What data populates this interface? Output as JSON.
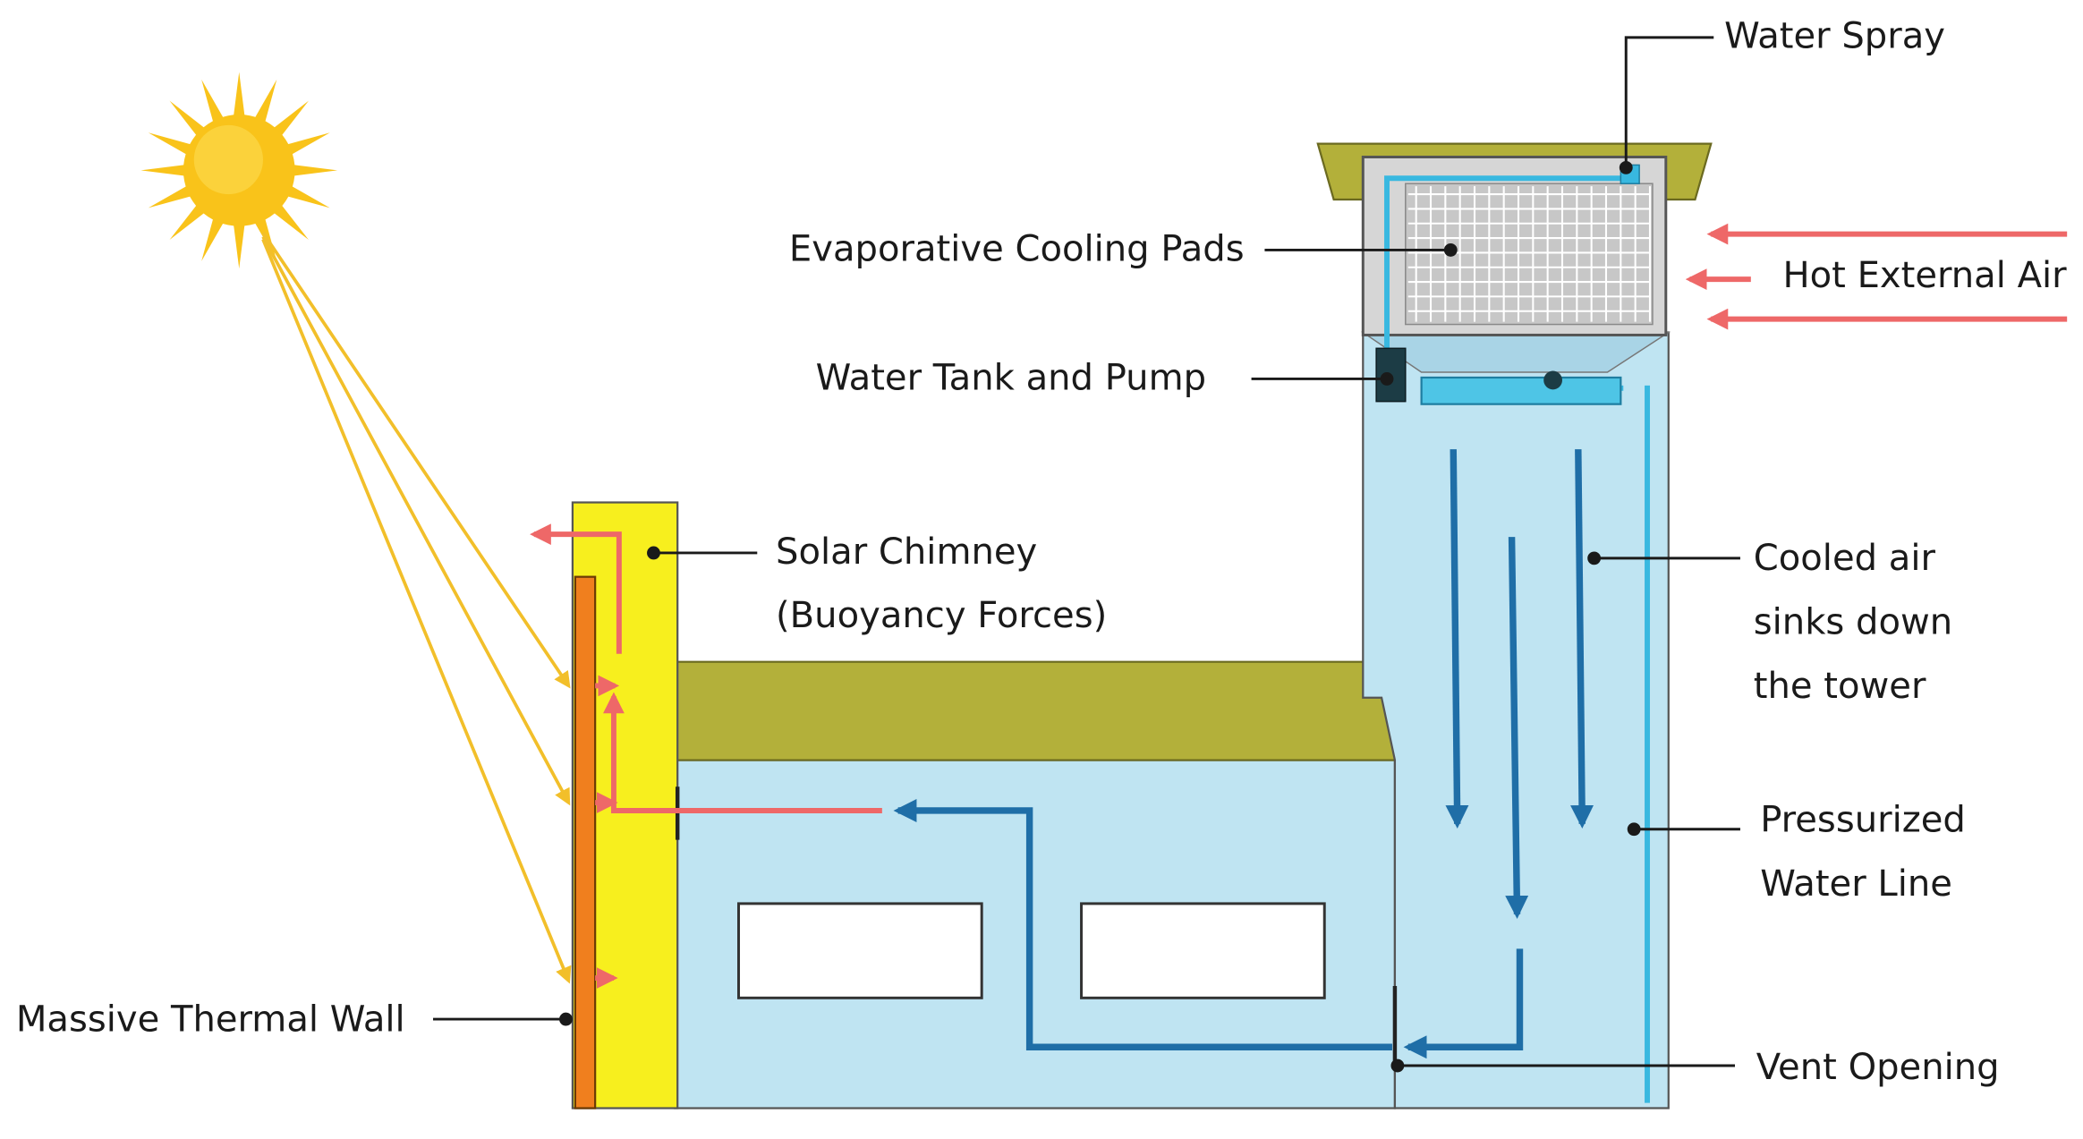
{
  "labels": {
    "water_spray": "Water Spray",
    "evaporative_cooling_pads": "Evaporative Cooling Pads",
    "hot_external_air": "Hot External Air",
    "water_tank_and_pump": "Water Tank and Pump",
    "solar_chimney_line1": "Solar Chimney",
    "solar_chimney_line2": "(Buoyancy Forces)",
    "cooled_air_line1": "Cooled air",
    "cooled_air_line2": "sinks down",
    "cooled_air_line3": "the tower",
    "pressurized_line1": "Pressurized",
    "pressurized_line2": "Water Line",
    "massive_thermal_wall": "Massive Thermal Wall",
    "vent_opening": "Vent Opening"
  },
  "colors": {
    "building_fill": "#bfe4f2",
    "building_stroke": "#555555",
    "roof": "#b3b03a",
    "chimney": "#f7ef1e",
    "thermal_wall": "#f07f1e",
    "hot_arrow": "#ee6868",
    "cool_arrow": "#1f6ea7",
    "water_line": "#38b8e0",
    "sun": "#f9c31a",
    "sun_ray": "#f2bf2a",
    "pad": "#cfcfcf",
    "leader": "#1a1a1a"
  },
  "icons": [
    "sun-icon"
  ]
}
